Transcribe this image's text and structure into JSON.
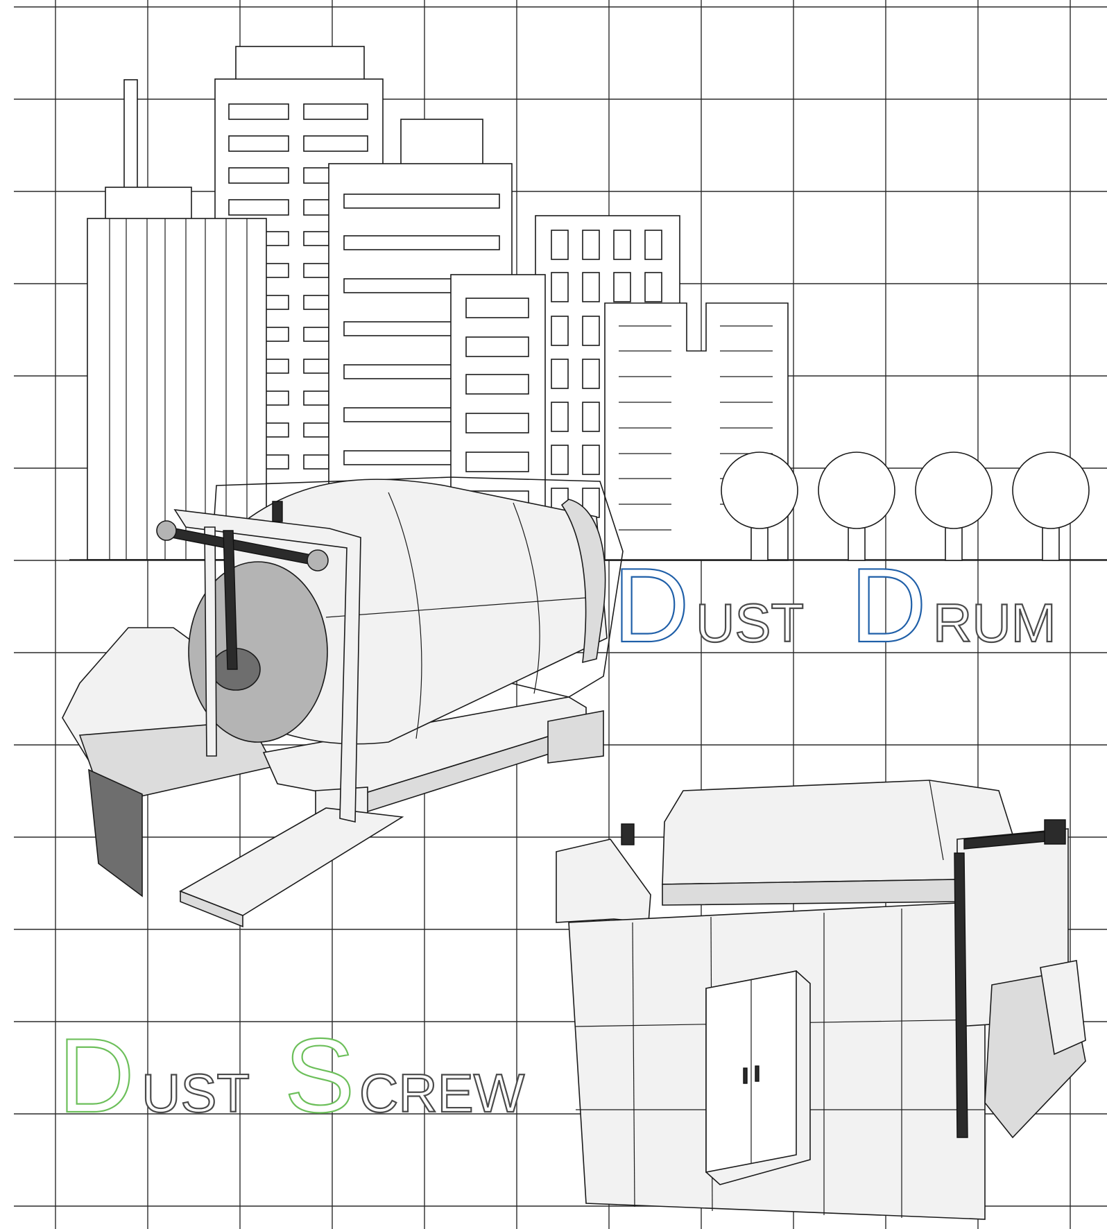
{
  "titles": {
    "drum": {
      "initial_1": "D",
      "rest_1": "UST",
      "initial_2": "D",
      "rest_2": "RUM",
      "color": "#1f5fa8"
    },
    "screw": {
      "initial_1": "D",
      "rest_1": "UST",
      "initial_2": "S",
      "rest_2": "CREW",
      "color": "#6cbf5a"
    }
  },
  "colors": {
    "line": "#1a1a1a",
    "background": "#ffffff",
    "grid": "#2a2a2a"
  },
  "illustrations": [
    "city-skyline",
    "trees",
    "dust-drum-machine",
    "dust-screw-machine"
  ]
}
